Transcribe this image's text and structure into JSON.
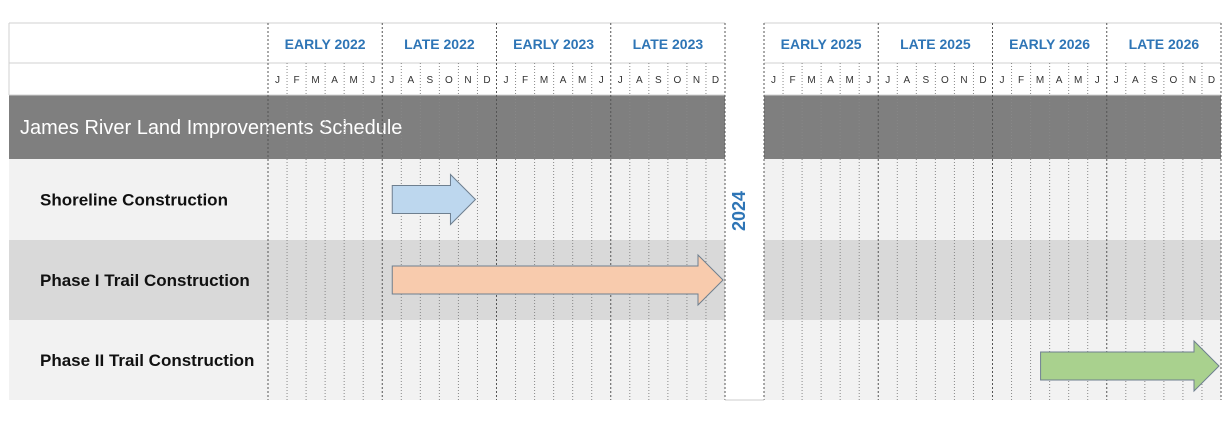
{
  "title": "James River Land Improvements Schedule",
  "gap_label": "2024",
  "colors": {
    "accent": "#2E75B6",
    "title_band": "#7F7F7F",
    "row_light": "#F2F2F2",
    "row_dark": "#D9D9D9",
    "arrow_blue": "#BDD7EE",
    "arrow_orange": "#F8CBAD",
    "arrow_green": "#A9D18E"
  },
  "chart_data": {
    "type": "gantt",
    "periods_left": [
      {
        "label": "EARLY 2022",
        "months": [
          "J",
          "F",
          "M",
          "A",
          "M",
          "J"
        ]
      },
      {
        "label": "LATE 2022",
        "months": [
          "J",
          "A",
          "S",
          "O",
          "N",
          "D"
        ]
      },
      {
        "label": "EARLY 2023",
        "months": [
          "J",
          "F",
          "M",
          "A",
          "M",
          "J"
        ]
      },
      {
        "label": "LATE 2023",
        "months": [
          "J",
          "A",
          "S",
          "O",
          "N",
          "D"
        ]
      }
    ],
    "periods_right": [
      {
        "label": "EARLY 2025",
        "months": [
          "J",
          "F",
          "M",
          "A",
          "M",
          "J"
        ]
      },
      {
        "label": "LATE 2025",
        "months": [
          "J",
          "A",
          "S",
          "O",
          "N",
          "D"
        ]
      },
      {
        "label": "EARLY 2026",
        "months": [
          "J",
          "F",
          "M",
          "A",
          "M",
          "J"
        ]
      },
      {
        "label": "LATE 2026",
        "months": [
          "J",
          "A",
          "S",
          "O",
          "N",
          "D"
        ]
      }
    ],
    "tasks": [
      {
        "name": "Shoreline Construction",
        "start": "2022-07",
        "end": "2022-11",
        "color": "#BDD7EE"
      },
      {
        "name": "Phase I Trail Construction",
        "start": "2022-07",
        "end": "2023-12",
        "color": "#F8CBAD"
      },
      {
        "name": "Phase II Trail Construction",
        "start": "2026-03",
        "end": "2026-12",
        "color": "#A9D18E"
      }
    ]
  }
}
